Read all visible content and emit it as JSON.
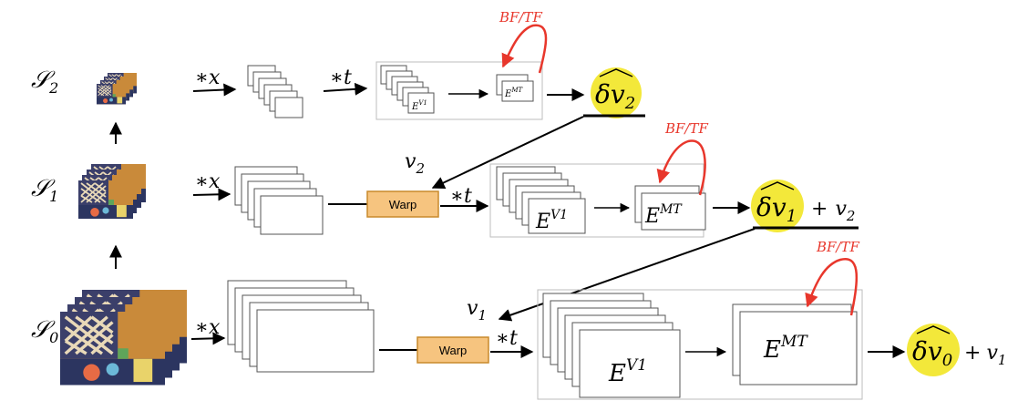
{
  "scales": {
    "s2": {
      "letter": "𝒮",
      "sub": "2"
    },
    "s1": {
      "letter": "𝒮",
      "sub": "1"
    },
    "s0": {
      "letter": "𝒮",
      "sub": "0"
    }
  },
  "ops": {
    "conv_x": "∗x",
    "conv_t": "∗t"
  },
  "labels": {
    "warp": "Warp",
    "feedback": "BF/TF",
    "ev1_base": "E",
    "ev1_sup": "V1",
    "emt_base": "E",
    "emt_sup": "MT",
    "plus": "+",
    "v1_base": "v",
    "v1_sub": "1",
    "v2_base": "v",
    "v2_sub": "2"
  },
  "outputs": {
    "dv2": {
      "sym": "δv",
      "sub": "2"
    },
    "dv1": {
      "sym": "δv",
      "sub": "1"
    },
    "dv0": {
      "sym": "δv",
      "sub": "0"
    }
  },
  "colors": {
    "yellow": "#f3e83a",
    "warp_fill": "#f6c47f",
    "warp_stroke": "#c98a2c",
    "arrow_red": "#e8372c",
    "box_gray": "#bdbdbd"
  }
}
